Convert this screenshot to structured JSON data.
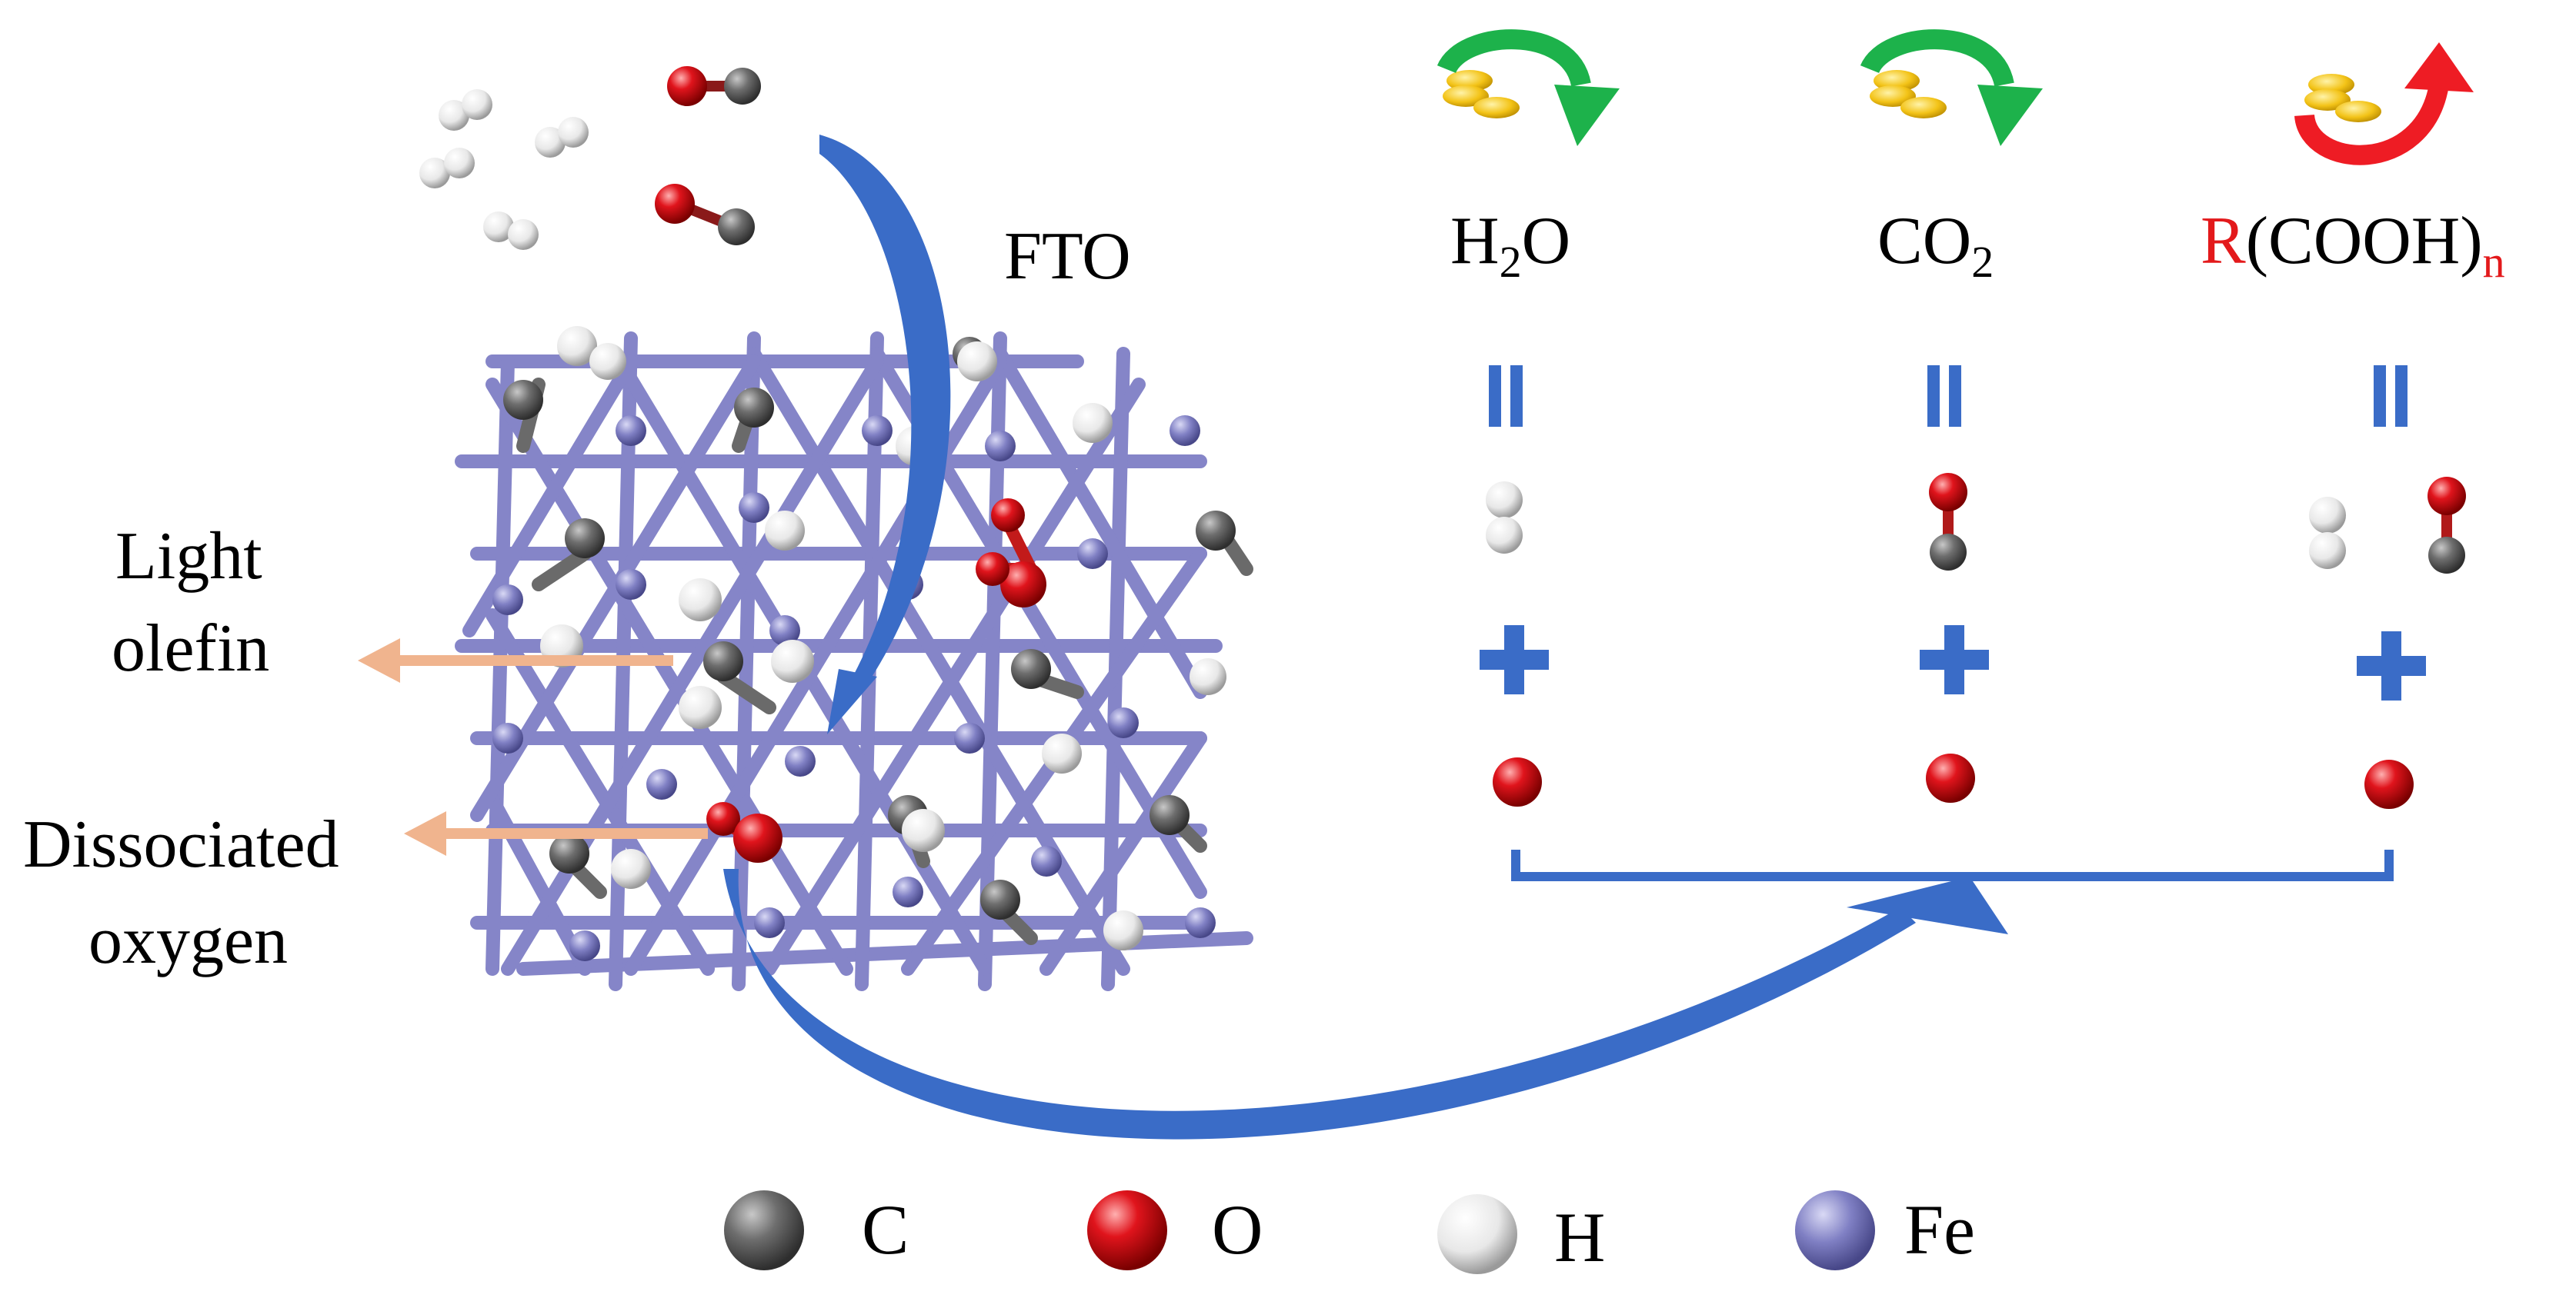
{
  "process_label": "FTO",
  "products": {
    "light_olefin": [
      "Light",
      "olefin"
    ],
    "dissociated_oxygen": [
      "Dissociated",
      "oxygen"
    ]
  },
  "pathways": [
    {
      "formula_main": "H",
      "formula_sub": "2",
      "formula_tail": "O",
      "cost_direction": "down",
      "arrow_color": "#1db24b"
    },
    {
      "formula_main": "CO",
      "formula_sub": "2",
      "formula_tail": "",
      "cost_direction": "down",
      "arrow_color": "#1db24b"
    },
    {
      "formula_prefix": "R",
      "formula_main": "(COOH)",
      "formula_sub": "n",
      "cost_direction": "up",
      "arrow_color": "#ee1c24"
    }
  ],
  "legend": [
    {
      "symbol": "C",
      "color": "#5a5a5a"
    },
    {
      "symbol": "O",
      "color": "#e0141c"
    },
    {
      "symbol": "H",
      "color": "#f2f2f2"
    },
    {
      "symbol": "Fe",
      "color": "#7f7fc0"
    }
  ],
  "colors": {
    "flow_arrow": "#3a6cc7",
    "product_arrow": "#f0b48e",
    "fe_bond": "#8585c8",
    "coin": "#f3c317"
  }
}
